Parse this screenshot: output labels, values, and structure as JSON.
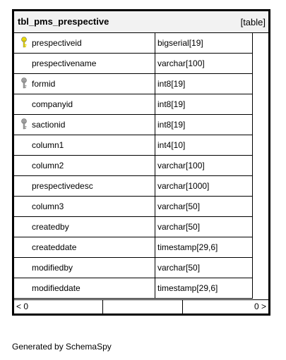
{
  "table": {
    "name": "tbl_pms_prespective",
    "type_label": "[table]",
    "columns": [
      {
        "name": "prespectiveid",
        "type": "bigserial[19]",
        "icon": "primary-key-icon"
      },
      {
        "name": "prespectivename",
        "type": "varchar[100]",
        "icon": ""
      },
      {
        "name": "formid",
        "type": "int8[19]",
        "icon": "foreign-key-icon"
      },
      {
        "name": "companyid",
        "type": "int8[19]",
        "icon": ""
      },
      {
        "name": "sactionid",
        "type": "int8[19]",
        "icon": "foreign-key-icon"
      },
      {
        "name": "column1",
        "type": "int4[10]",
        "icon": ""
      },
      {
        "name": "column2",
        "type": "varchar[100]",
        "icon": ""
      },
      {
        "name": "prespectivedesc",
        "type": "varchar[1000]",
        "icon": ""
      },
      {
        "name": "column3",
        "type": "varchar[50]",
        "icon": ""
      },
      {
        "name": "createdby",
        "type": "varchar[50]",
        "icon": ""
      },
      {
        "name": "createddate",
        "type": "timestamp[29,6]",
        "icon": ""
      },
      {
        "name": "modifiedby",
        "type": "varchar[50]",
        "icon": ""
      },
      {
        "name": "modifieddate",
        "type": "timestamp[29,6]",
        "icon": ""
      }
    ],
    "footer": {
      "parents": "< 0",
      "children": "0 >"
    }
  },
  "colors": {
    "primary_key": "#e8d800",
    "foreign_key": "#a0a0a0",
    "title_bg": "#f2f2f2"
  },
  "generated_by": "Generated by SchemaSpy"
}
